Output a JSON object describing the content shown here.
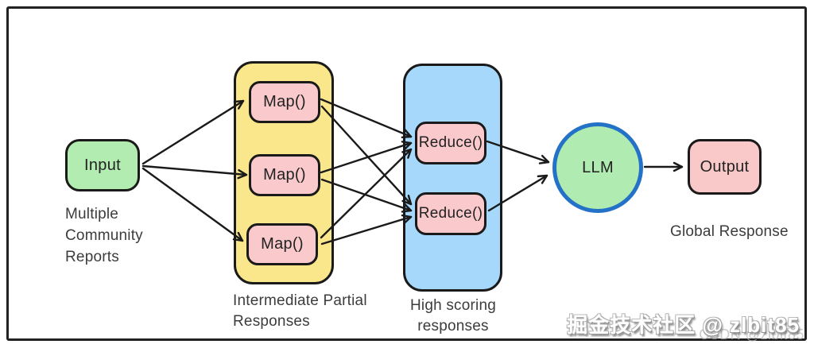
{
  "diagram": {
    "input": {
      "label": "Input",
      "caption": "Multiple Community Reports"
    },
    "map_stage": {
      "boxes": [
        "Map()",
        "Map()",
        "Map()"
      ],
      "caption": "Intermediate Partial Responses"
    },
    "reduce_stage": {
      "boxes": [
        "Reduce()",
        "Reduce()"
      ],
      "caption": "High scoring responses"
    },
    "llm": {
      "label": "LLM"
    },
    "output": {
      "label": "Output",
      "caption": "Global Response"
    },
    "colors": {
      "input_fill": "#b2ecb1",
      "map_container_fill": "#fae78c",
      "reduce_container_fill": "#a5d8fa",
      "node_pink_fill": "#f9c9cc",
      "llm_fill": "#b0ebb1",
      "llm_border": "#2472c8",
      "stroke": "#1a1a1a"
    }
  },
  "watermark": {
    "primary": "掘金技术社区 @ zlbit85",
    "secondary": "CSDN @zlbit85"
  }
}
